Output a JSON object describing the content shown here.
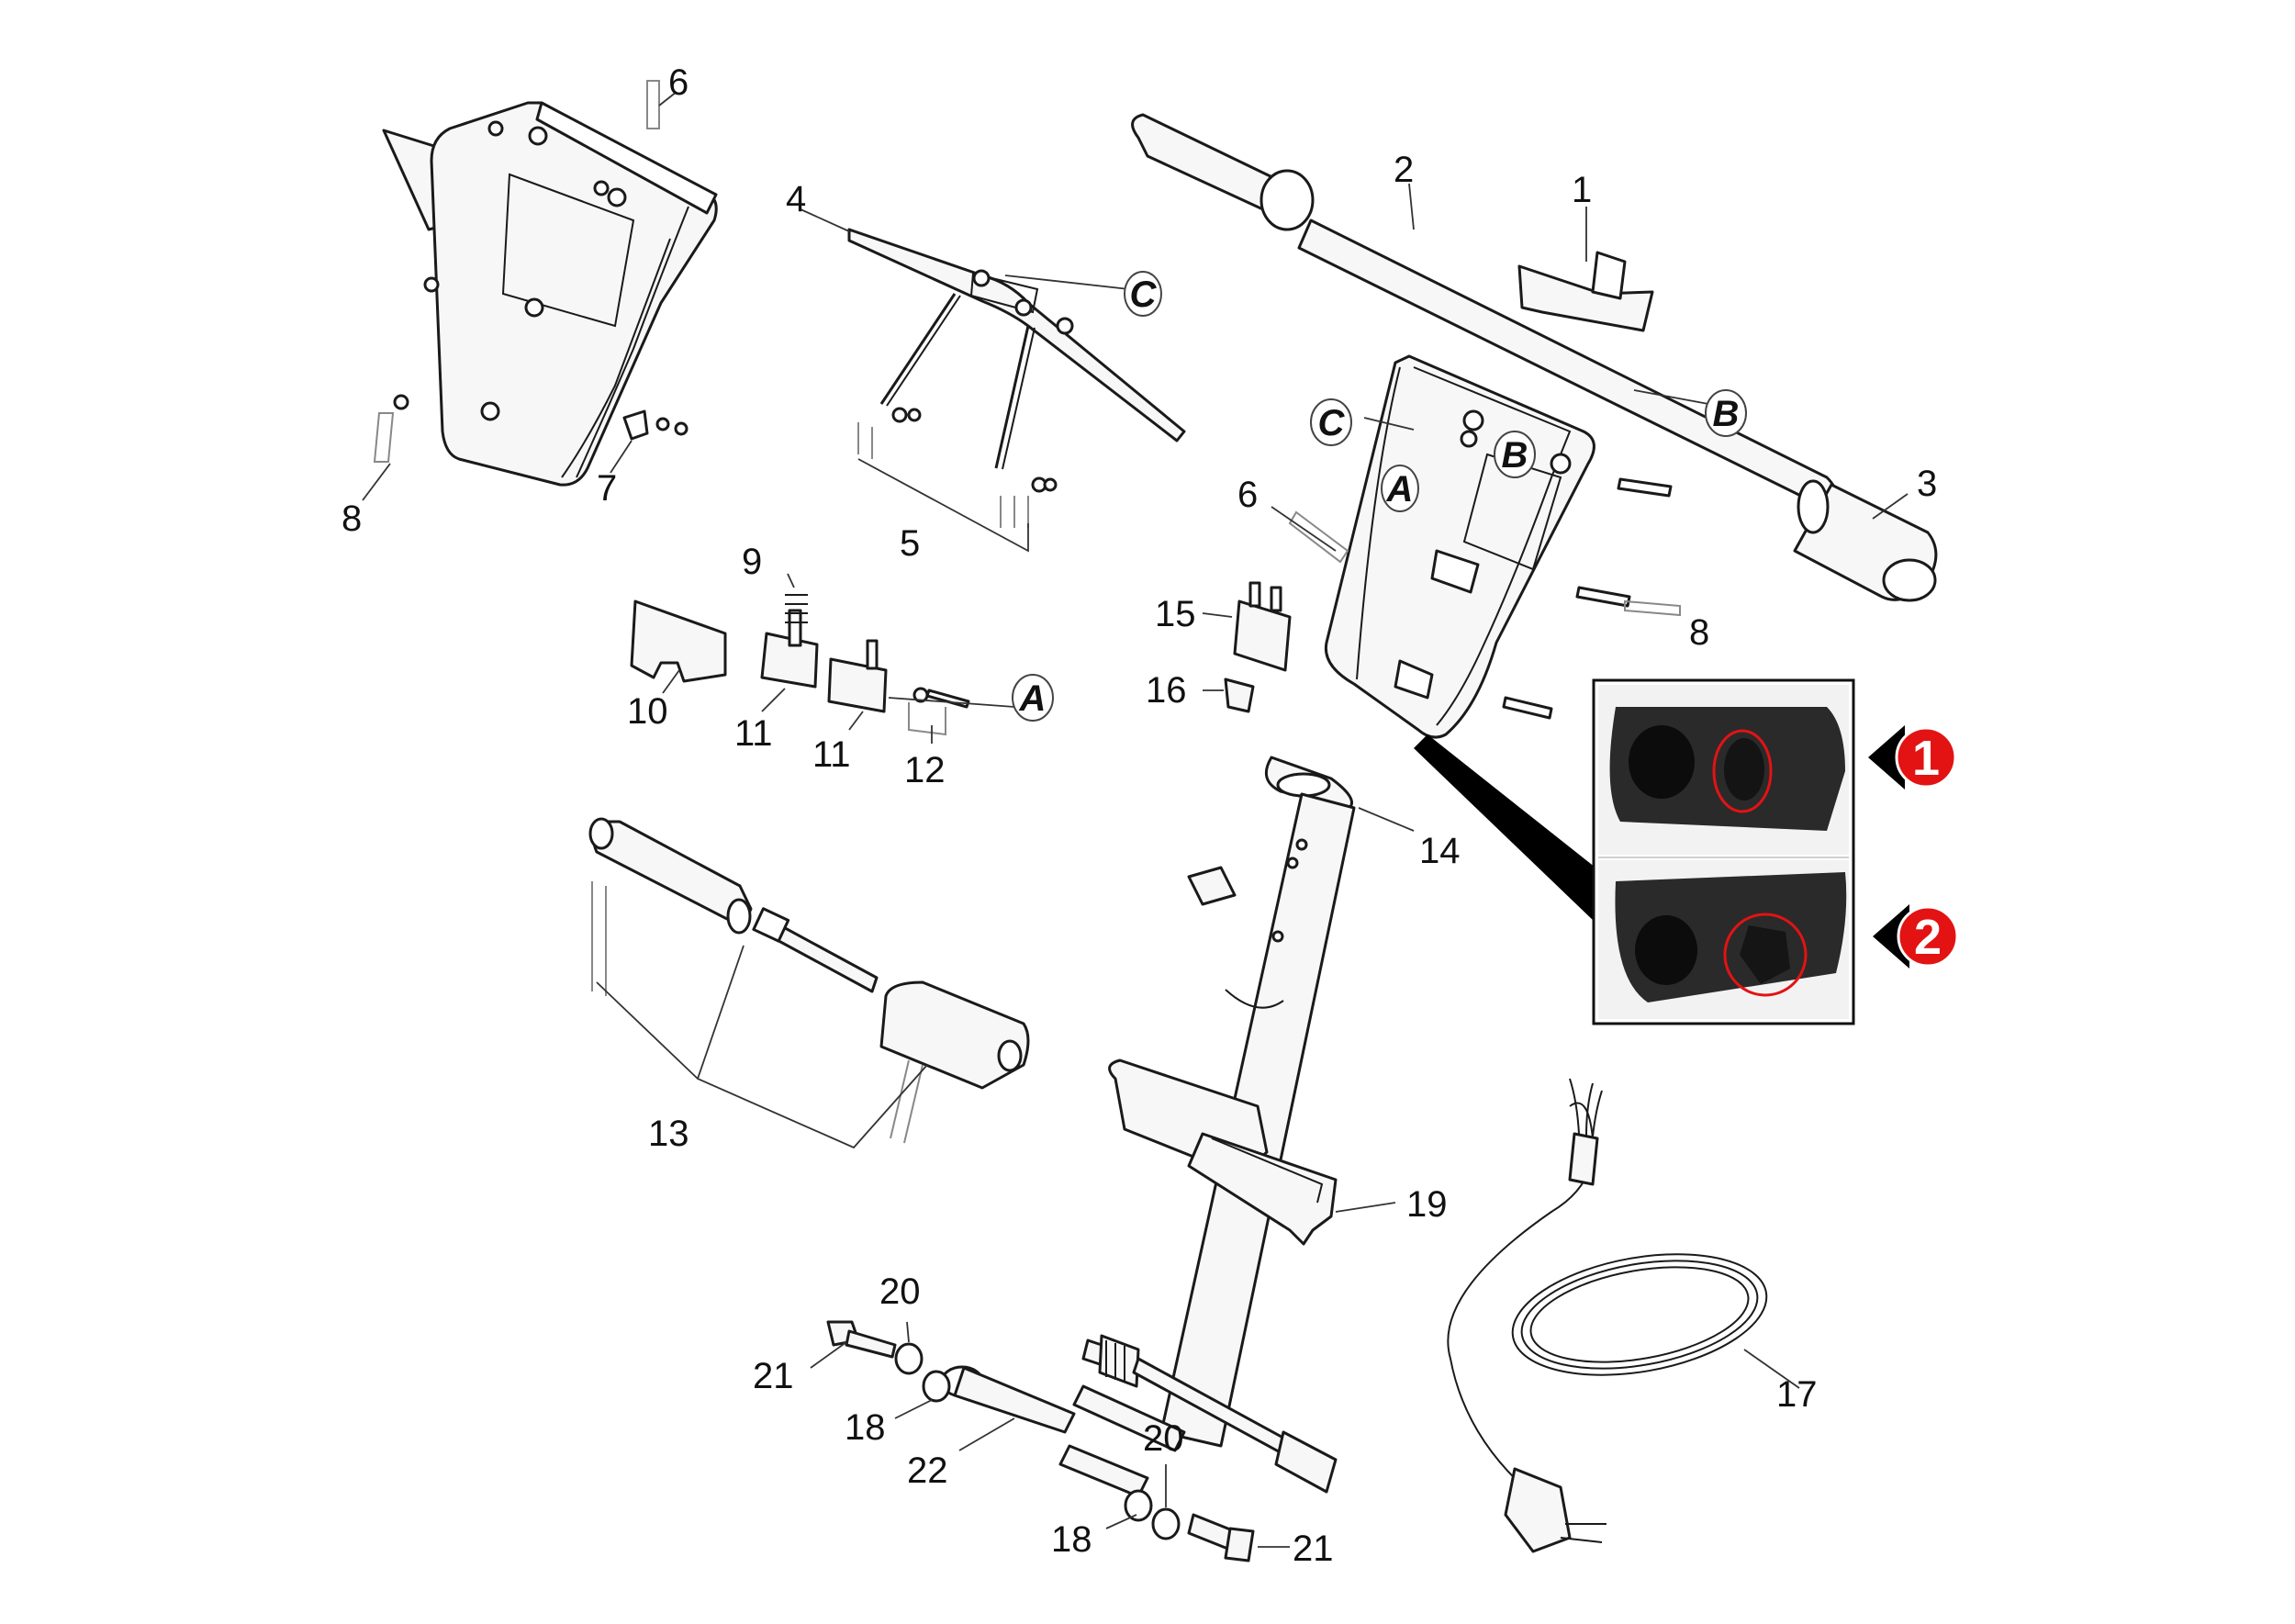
{
  "callouts": {
    "c1": "1",
    "c2": "2",
    "c3": "3",
    "c4": "4",
    "c5": "5",
    "c6a": "6",
    "c6b": "6",
    "c7": "7",
    "c8a": "8",
    "c8b": "8",
    "c9": "9",
    "c10": "10",
    "c11a": "11",
    "c11b": "11",
    "c12": "12",
    "c13": "13",
    "c14": "14",
    "c15": "15",
    "c16": "16",
    "c17": "17",
    "c18a": "18",
    "c18b": "18",
    "c19": "19",
    "c20a": "20",
    "c20b": "20",
    "c21a": "21",
    "c21b": "21",
    "c22": "22"
  },
  "letters": {
    "a1": "A",
    "a2": "A",
    "b1": "B",
    "b2": "B",
    "c1": "C",
    "c2": "C"
  },
  "markers": {
    "m1": "1",
    "m2": "2"
  },
  "colors": {
    "marker": "#e31313",
    "line": "#1a1a1a",
    "photo_dark": "#2a2a2a"
  }
}
